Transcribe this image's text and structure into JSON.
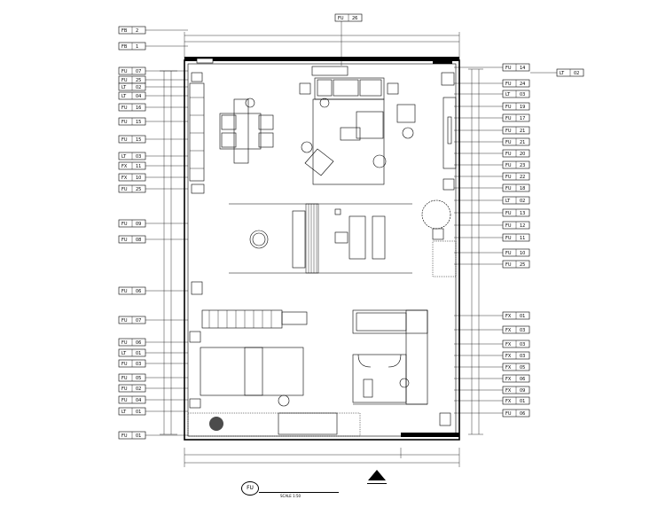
{
  "tags_left": [
    {
      "code": "FB",
      "num": "2"
    },
    {
      "code": "FB",
      "num": "1"
    },
    {
      "code": "FU",
      "num": "07"
    },
    {
      "code": "FU",
      "num": "25"
    },
    {
      "code": "LT",
      "num": "02"
    },
    {
      "code": "LT",
      "num": "04"
    },
    {
      "code": "FU",
      "num": "16"
    },
    {
      "code": "FU",
      "num": "15"
    },
    {
      "code": "FU",
      "num": "15"
    },
    {
      "code": "LT",
      "num": "03"
    },
    {
      "code": "FX",
      "num": "11"
    },
    {
      "code": "FX",
      "num": "10"
    },
    {
      "code": "FU",
      "num": "25"
    },
    {
      "code": "FU",
      "num": "09"
    },
    {
      "code": "FU",
      "num": "08"
    },
    {
      "code": "FU",
      "num": "06"
    },
    {
      "code": "FU",
      "num": "07"
    },
    {
      "code": "FU",
      "num": "06"
    },
    {
      "code": "LT",
      "num": "01"
    },
    {
      "code": "FU",
      "num": "03"
    },
    {
      "code": "FU",
      "num": "05"
    },
    {
      "code": "FU",
      "num": "02"
    },
    {
      "code": "FU",
      "num": "04"
    },
    {
      "code": "LT",
      "num": "01"
    },
    {
      "code": "FU",
      "num": "01"
    }
  ],
  "tags_right": [
    {
      "code": "FU",
      "num": "14"
    },
    {
      "code": "FU",
      "num": "24"
    },
    {
      "code": "LT",
      "num": "03"
    },
    {
      "code": "FU",
      "num": "19"
    },
    {
      "code": "FU",
      "num": "17"
    },
    {
      "code": "FU",
      "num": "21"
    },
    {
      "code": "FU",
      "num": "21"
    },
    {
      "code": "FU",
      "num": "20"
    },
    {
      "code": "FU",
      "num": "23"
    },
    {
      "code": "FU",
      "num": "22"
    },
    {
      "code": "FU",
      "num": "18"
    },
    {
      "code": "LT",
      "num": "02"
    },
    {
      "code": "FU",
      "num": "13"
    },
    {
      "code": "FU",
      "num": "12"
    },
    {
      "code": "FU",
      "num": "11"
    },
    {
      "code": "FU",
      "num": "10"
    },
    {
      "code": "FU",
      "num": "25"
    },
    {
      "code": "FX",
      "num": "01"
    },
    {
      "code": "FX",
      "num": "03"
    },
    {
      "code": "FX",
      "num": "03"
    },
    {
      "code": "FX",
      "num": "03"
    },
    {
      "code": "FX",
      "num": "05"
    },
    {
      "code": "FX",
      "num": "06"
    },
    {
      "code": "FX",
      "num": "09"
    },
    {
      "code": "FX",
      "num": "01"
    },
    {
      "code": "FU",
      "num": "06"
    }
  ],
  "tag_top": {
    "code": "FU",
    "num": "26"
  },
  "tag_far_right": {
    "code": "LT",
    "num": "02"
  },
  "legend_tag": {
    "code": "FU"
  },
  "scale_text": "SCALE 1:50"
}
